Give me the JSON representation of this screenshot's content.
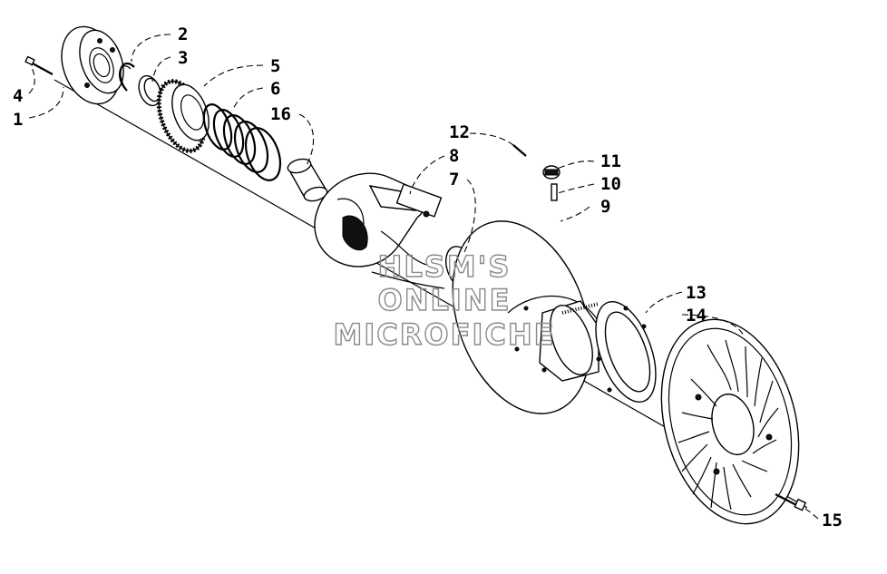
{
  "callouts": {
    "c1": "1",
    "c2": "2",
    "c3": "3",
    "c4": "4",
    "c5": "5",
    "c6": "6",
    "c7": "7",
    "c8": "8",
    "c9": "9",
    "c10": "10",
    "c11": "11",
    "c12": "12",
    "c13": "13",
    "c14": "14",
    "c15": "15",
    "c16": "16"
  },
  "watermark": {
    "line1": "HLSM'S",
    "line2": "ONLINE",
    "line3": "MICROFICHE"
  },
  "colors": {
    "ink": "#000000",
    "watermark": "#8a8a8a",
    "background": "#ffffff"
  }
}
